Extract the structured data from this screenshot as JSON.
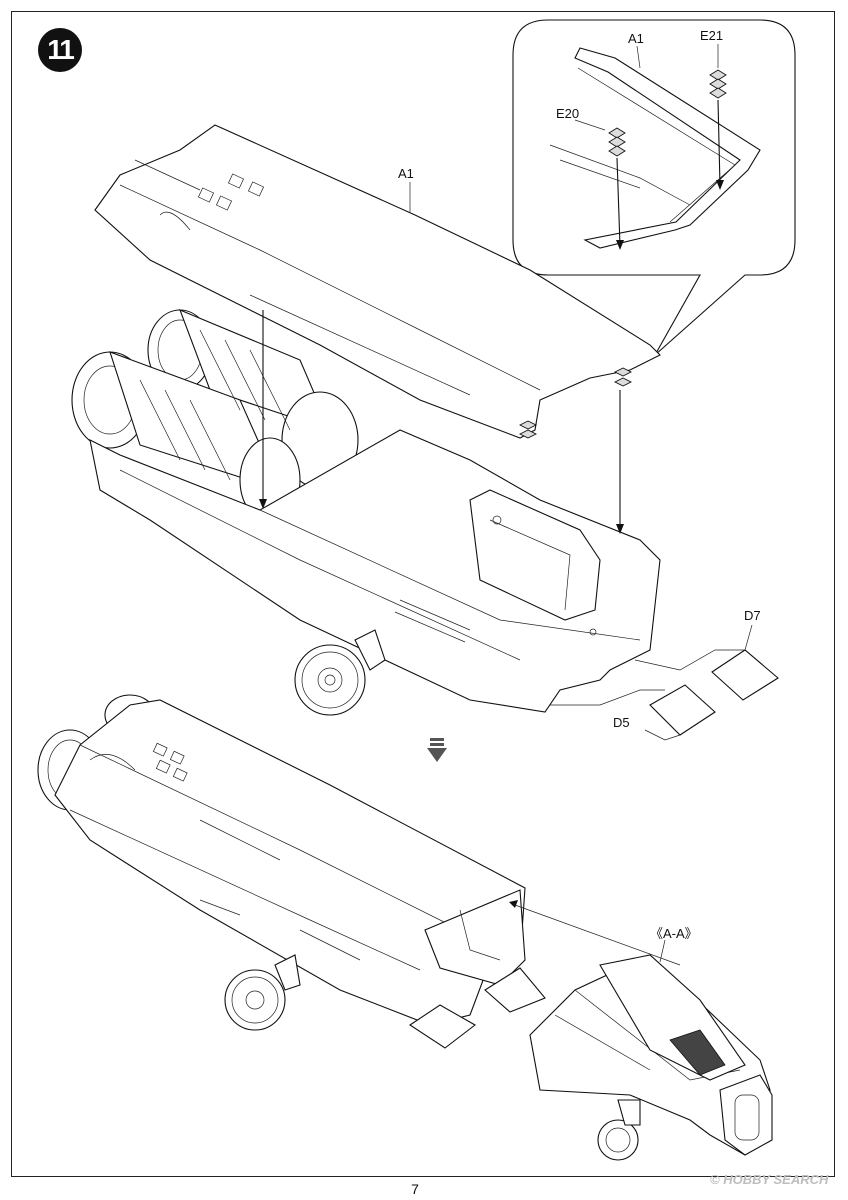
{
  "step": {
    "number": "11"
  },
  "page": {
    "number": "7"
  },
  "watermark": {
    "text": "© HOBBY SEARCH"
  },
  "labels": {
    "a1_main": "A1",
    "a1_detail": "A1",
    "e20": "E20",
    "e21": "E21",
    "d7": "D7",
    "d5": "D5",
    "section_aa": "《A-A》"
  },
  "icons": {
    "step_badge": "numbered-circle",
    "direction_arrow": "arrow-down-icon"
  },
  "colors": {
    "line": "#111111",
    "panel": "#ffffff",
    "shade": "#dcdcdc",
    "badge": "#111111"
  }
}
